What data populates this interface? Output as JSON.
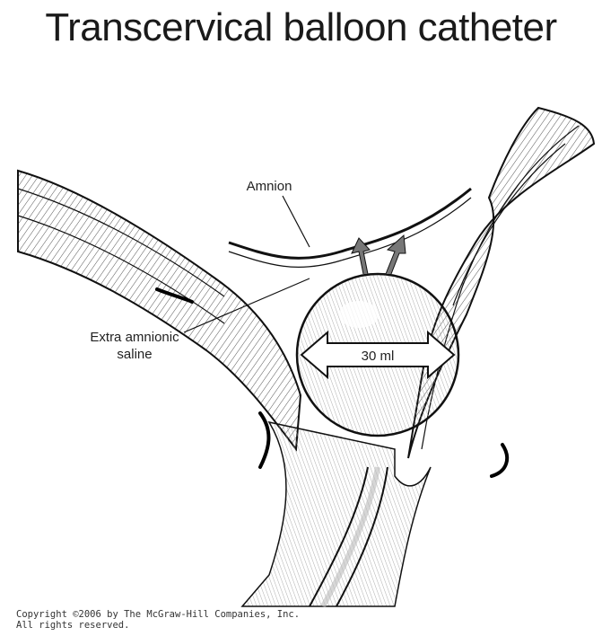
{
  "title": "Transcervical balloon catheter",
  "labels": {
    "amnion": "Amnion",
    "extra_line1": "Extra amnionic",
    "extra_line2": "saline",
    "volume": "30 ml"
  },
  "copyright": {
    "line1": "Copyright ©2006 by The McGraw-Hill Companies, Inc.",
    "line2": "All rights reserved."
  }
}
